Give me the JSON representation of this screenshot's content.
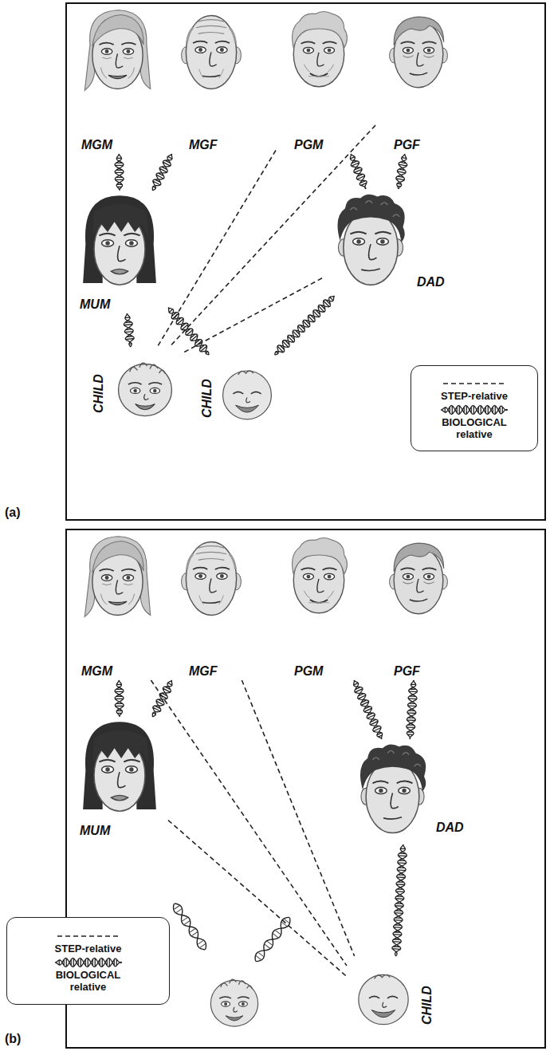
{
  "diagram": {
    "nodes": [
      {
        "text": [
          "(a)"
        ]
      },
      {
        "text": [
          "MGM"
        ],
        "in": 0
      },
      {
        "text": [
          "MGF"
        ],
        "in": 0
      },
      {
        "text": [
          "PGM"
        ],
        "in": 0
      },
      {
        "text": [
          "PGF"
        ],
        "in": 0
      },
      {
        "text": [
          "MUM"
        ],
        "in": 0
      },
      {
        "text": [
          "DAD"
        ],
        "in": 0
      },
      {
        "text": [
          "CHILD"
        ],
        "in": 0
      },
      {
        "text": [
          "CHILD"
        ],
        "in": 0
      },
      {
        "text": [
          "(b)"
        ]
      },
      {
        "text": [
          "MGM"
        ],
        "in": 9
      },
      {
        "text": [
          "MGF"
        ],
        "in": 9
      },
      {
        "text": [
          "PGM"
        ],
        "in": 9
      },
      {
        "text": [
          "PGF"
        ],
        "in": 9
      },
      {
        "text": [
          "MUM"
        ],
        "in": 9
      },
      {
        "text": [
          "DAD"
        ],
        "in": 9
      },
      {
        "text": [
          "CHILD"
        ],
        "in": 9
      }
    ],
    "edges": [
      {
        "from": 1,
        "to": 5,
        "arrow": "none"
      },
      {
        "from": 2,
        "to": 5,
        "arrow": "none"
      },
      {
        "from": 3,
        "to": 6,
        "arrow": "none"
      },
      {
        "from": 4,
        "to": 6,
        "arrow": "none"
      },
      {
        "from": 5,
        "to": 7,
        "arrow": "none"
      },
      {
        "from": 3,
        "to": 7,
        "arrow": "none"
      },
      {
        "from": 4,
        "to": 7,
        "arrow": "none"
      },
      {
        "from": 6,
        "to": 7,
        "arrow": "none"
      },
      {
        "from": 5,
        "to": 8,
        "arrow": "none"
      },
      {
        "from": 6,
        "to": 8,
        "arrow": "none"
      },
      {
        "from": 10,
        "to": 14,
        "arrow": "none"
      },
      {
        "from": 11,
        "to": 14,
        "arrow": "none"
      },
      {
        "from": 12,
        "to": 15,
        "arrow": "none"
      },
      {
        "from": 13,
        "to": 15,
        "arrow": "none"
      },
      {
        "from": 15,
        "to": 16,
        "arrow": "none"
      },
      {
        "from": 10,
        "to": 16,
        "arrow": "none"
      },
      {
        "from": 11,
        "to": 16,
        "arrow": "none"
      },
      {
        "from": 14,
        "to": 16,
        "arrow": "none"
      }
    ],
    "legend": [
      {
        "text": "STEP-relative"
      },
      {
        "text": "BIOLOGICAL relative"
      },
      {
        "text": "STEP-relative"
      },
      {
        "text": "BIOLOGICAL relative"
      }
    ]
  }
}
